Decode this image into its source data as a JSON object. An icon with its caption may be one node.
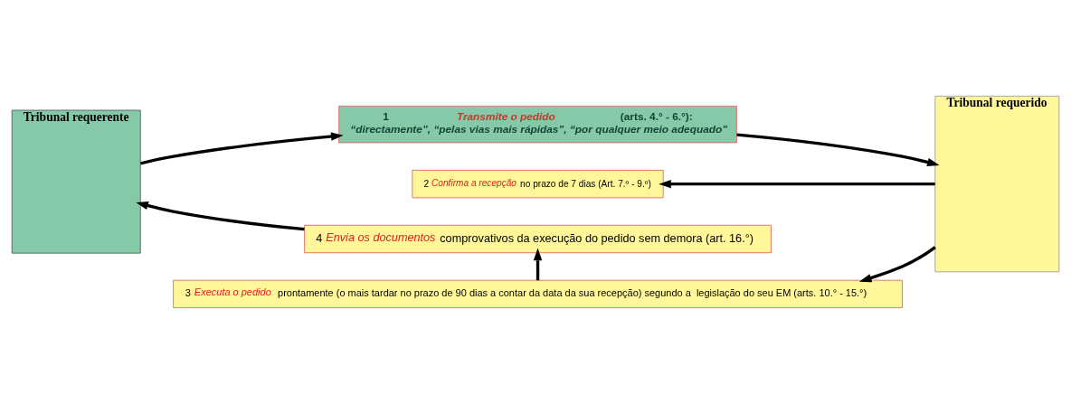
{
  "diagram": {
    "nodes": [
      {
        "text": [
          "Tribunal requerente"
        ]
      },
      {
        "text": [
          "1 *Transmite o pedido* (arts. 4.° - 6.°):",
          "“directamente”, “pelas vias mais rápidas”, “por qualquer meio adequado”"
        ]
      },
      {
        "text": [
          "Tribunal requerido"
        ]
      },
      {
        "text": [
          "2 *Confirma a recepção* no prazo de 7 dias (Art. 7.º - 9.º)"
        ]
      },
      {
        "text": [
          "4 *Envia os documentos* comprovativos da execução do pedido sem demora (art. 16.°)"
        ]
      },
      {
        "text": [
          "3 *Executa o pedido* prontamente (o mais tardar no prazo de 90 dias a contar da data da sua recepção) segundo a  legislação do seu EM (arts. 10.° - 15.°)"
        ]
      }
    ],
    "edges": [
      {
        "from": 0,
        "to": 1,
        "arrow": "to"
      },
      {
        "from": 1,
        "to": 2,
        "arrow": "to"
      },
      {
        "from": 2,
        "to": 3,
        "arrow": "to"
      },
      {
        "from": 4,
        "to": 0,
        "arrow": "to"
      },
      {
        "from": 2,
        "to": 5,
        "arrow": "to"
      },
      {
        "from": 5,
        "to": 4,
        "arrow": "to"
      }
    ]
  }
}
